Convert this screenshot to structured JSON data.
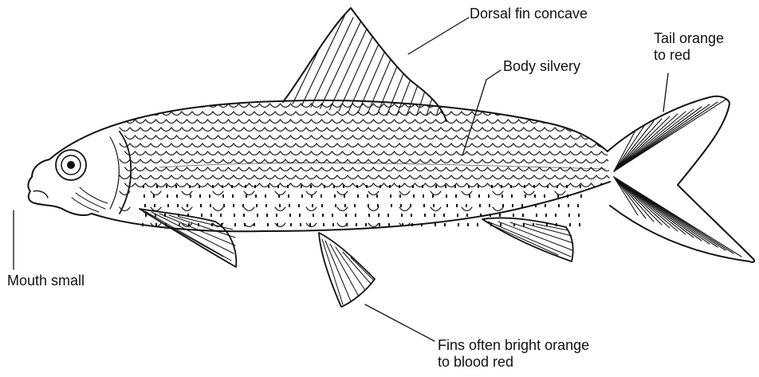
{
  "labels": {
    "dorsal": {
      "lines": [
        "Dorsal  fin concave"
      ]
    },
    "body": {
      "lines": [
        "Body silvery"
      ]
    },
    "tail": {
      "lines": [
        "Tail orange",
        "to red"
      ]
    },
    "mouth": {
      "lines": [
        "Mouth small"
      ]
    },
    "fins": {
      "lines": [
        "Fins often bright orange",
        "to blood red"
      ]
    }
  },
  "colors": {
    "ink": "#111111",
    "background": "#ffffff"
  }
}
